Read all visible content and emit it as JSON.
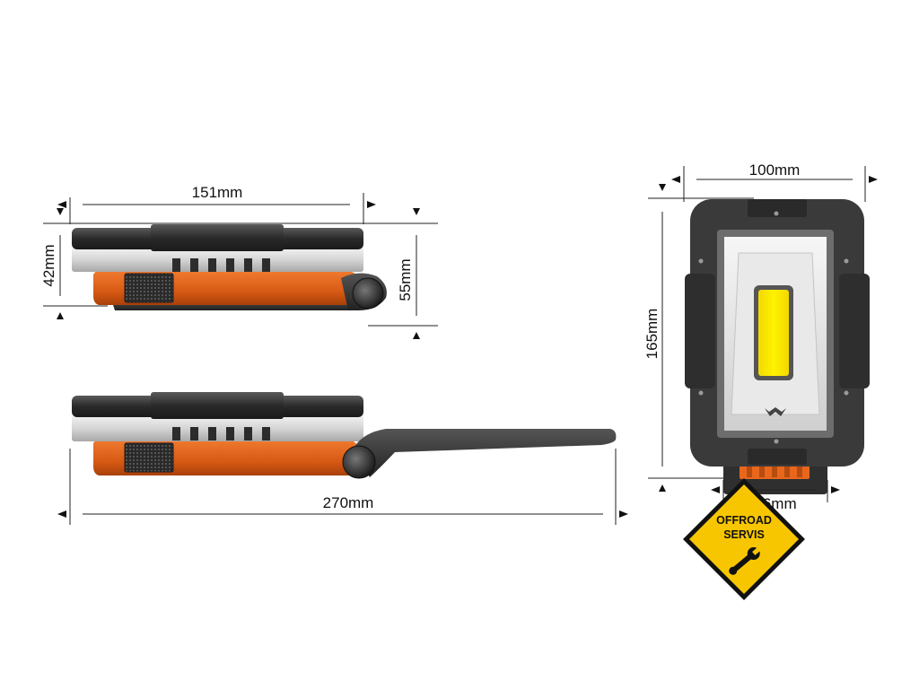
{
  "dimensions": {
    "side_width": "151mm",
    "side_height_body": "42mm",
    "side_height_total": "55mm",
    "open_length": "270mm",
    "front_width": "100mm",
    "front_height": "165mm",
    "stand_width": "76mm"
  },
  "badge": {
    "line1": "OFFROAD",
    "line2": "SERVIS"
  },
  "colors": {
    "body_dark": "#3a3a3a",
    "body_orange": "#e0621a",
    "lens_silver": "#dcdcdc",
    "led_yellow": "#ffe600",
    "badge_yellow": "#f7c600"
  }
}
